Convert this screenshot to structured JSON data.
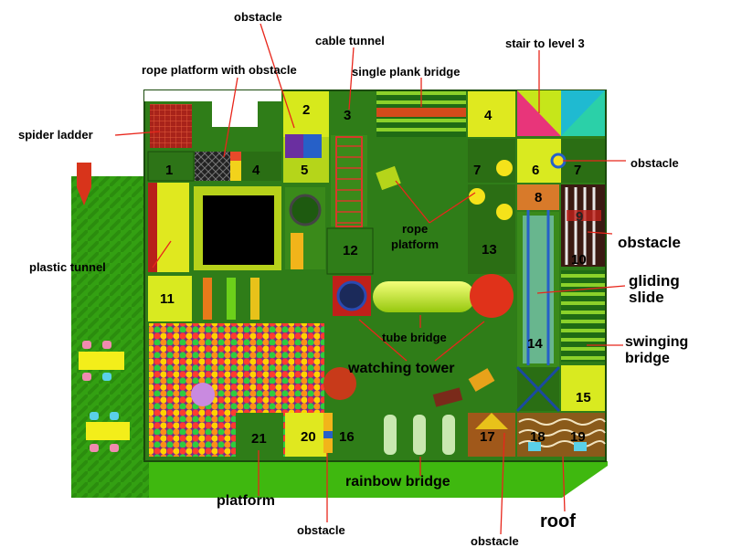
{
  "labels": {
    "obstacle_top": "obstacle",
    "cable_tunnel": "cable tunnel",
    "stair_level3": "stair to level 3",
    "rope_platform_obstacle": "rope platform with obstacle",
    "single_plank_bridge": "single plank bridge",
    "spider_ladder": "spider ladder",
    "obstacle_right_top": "obstacle",
    "obstacle_right_mid": "obstacle",
    "rope_platform_1": "rope",
    "rope_platform_2": "platform",
    "plastic_tunnel": "plastic tunnel",
    "gliding_slide_1": "gliding",
    "gliding_slide_2": "slide",
    "swinging_bridge_1": "swinging",
    "swinging_bridge_2": "bridge",
    "tube_bridge": "tube bridge",
    "watching_tower": "watching tower",
    "rainbow_bridge": "rainbow bridge",
    "platform": "platform",
    "obstacle_bottom_left": "obstacle",
    "obstacle_bottom_right": "obstacle",
    "roof": "roof"
  },
  "zones": {
    "z1": "1",
    "z2": "2",
    "z3": "3",
    "z4a": "4",
    "z4b": "4",
    "z5": "5",
    "z6": "6",
    "z7a": "7",
    "z7b": "7",
    "z8": "8",
    "z9": "9",
    "z10": "10",
    "z11": "11",
    "z12": "12",
    "z13": "13",
    "z14": "14",
    "z15": "15",
    "z16": "16",
    "z17": "17",
    "z18": "18",
    "z19": "19",
    "z20": "20",
    "z21": "21"
  },
  "colors": {
    "ground": "#3fb80f",
    "structure": "#2f7d18",
    "label_line": "#e8261b",
    "ball_pit": "#d63a9a",
    "tube": "#d9f02a",
    "yellow_panel": "#e3ea1f"
  }
}
